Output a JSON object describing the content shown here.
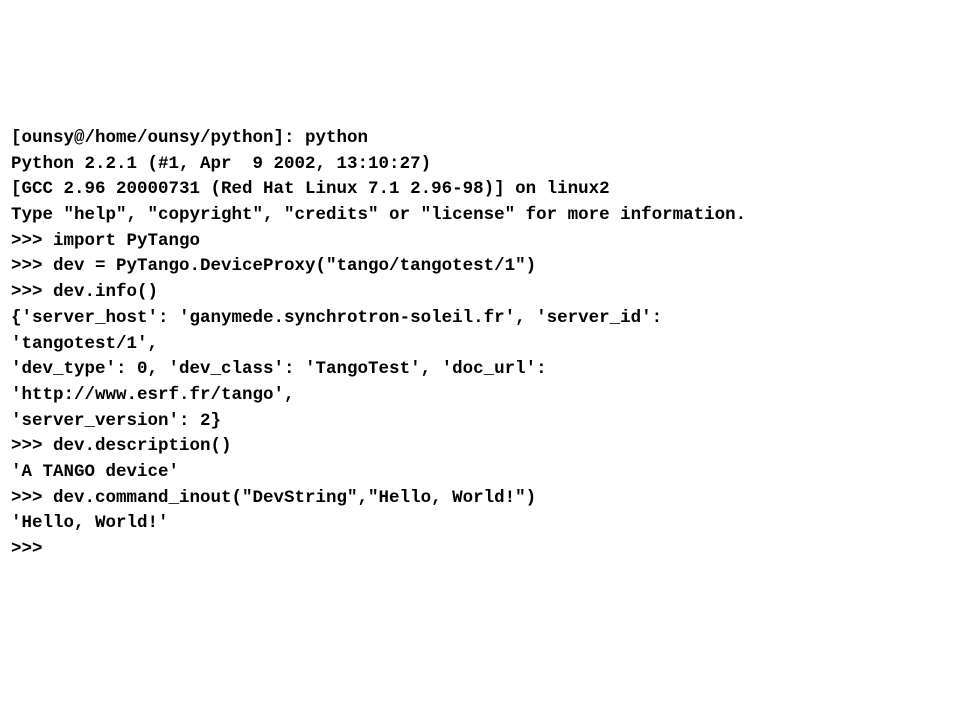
{
  "terminal": {
    "lines": [
      "[ounsy@/home/ounsy/python]: python",
      "Python 2.2.1 (#1, Apr  9 2002, 13:10:27)",
      "[GCC 2.96 20000731 (Red Hat Linux 7.1 2.96-98)] on linux2",
      "Type \"help\", \"copyright\", \"credits\" or \"license\" for more information.",
      ">>> import PyTango",
      ">>> dev = PyTango.DeviceProxy(\"tango/tangotest/1\")",
      ">>> dev.info()",
      "{'server_host': 'ganymede.synchrotron-soleil.fr', 'server_id':",
      "'tangotest/1',",
      "'dev_type': 0, 'dev_class': 'TangoTest', 'doc_url':",
      "'http://www.esrf.fr/tango',",
      "'server_version': 2}",
      ">>> dev.description()",
      "'A TANGO device'",
      ">>> dev.command_inout(\"DevString\",\"Hello, World!\")",
      "'Hello, World!'",
      ">>>"
    ]
  }
}
